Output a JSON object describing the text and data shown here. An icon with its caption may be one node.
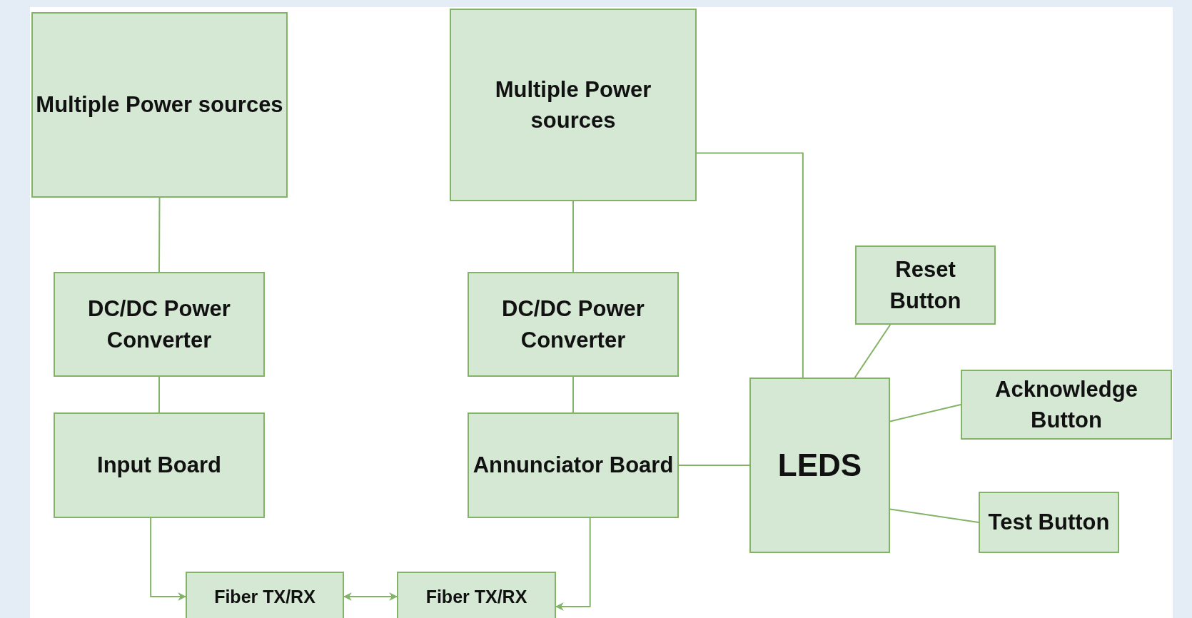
{
  "diagram": {
    "nodes": [
      {
        "text": [
          "Multiple Power sources"
        ]
      },
      {
        "text": [
          "Multiple Power sources"
        ]
      },
      {
        "text": [
          "DC/DC Power Converter"
        ]
      },
      {
        "text": [
          "DC/DC Power Converter"
        ]
      },
      {
        "text": [
          "Reset Button"
        ]
      },
      {
        "text": [
          "LEDS"
        ]
      },
      {
        "text": [
          "Acknowledge Button"
        ]
      },
      {
        "text": [
          "Input Board"
        ]
      },
      {
        "text": [
          "Annunciator Board"
        ]
      },
      {
        "text": [
          "Test Button"
        ]
      },
      {
        "text": [
          "Fiber TX/RX"
        ]
      },
      {
        "text": [
          "Fiber TX/RX"
        ]
      }
    ],
    "edges": [
      {
        "from": 0,
        "to": 2,
        "arrow": "none"
      },
      {
        "from": 2,
        "to": 7,
        "arrow": "none"
      },
      {
        "from": 1,
        "to": 3,
        "arrow": "none"
      },
      {
        "from": 3,
        "to": 8,
        "arrow": "none"
      },
      {
        "from": 1,
        "to": 5,
        "arrow": "none"
      },
      {
        "from": 8,
        "to": 5,
        "arrow": "none"
      },
      {
        "from": 4,
        "to": 5,
        "arrow": "none"
      },
      {
        "from": 6,
        "to": 5,
        "arrow": "none"
      },
      {
        "from": 9,
        "to": 5,
        "arrow": "none"
      },
      {
        "from": 7,
        "to": 10,
        "arrow": "to"
      },
      {
        "from": 10,
        "to": 11,
        "arrow": "both"
      },
      {
        "from": 8,
        "to": 11,
        "arrow": "to"
      }
    ]
  }
}
